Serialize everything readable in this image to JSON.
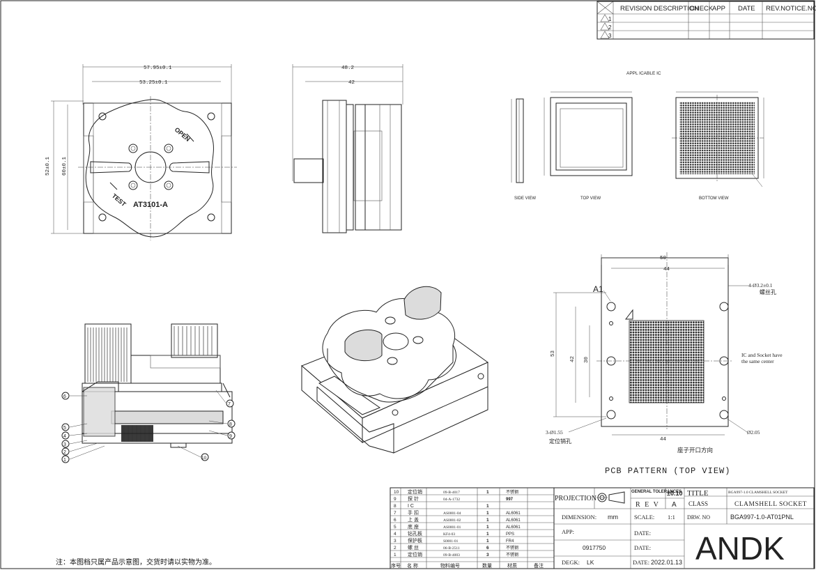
{
  "revision_table": {
    "headers": [
      "REVISION DESCRIPTION",
      "CHECK",
      "APP",
      "DATE",
      "REV.NOTICE.NO"
    ],
    "rows": [
      "1",
      "2",
      "3"
    ]
  },
  "front_view": {
    "dim_width_outer": "57.95±0.1",
    "dim_width_inner": "53.25±0.1",
    "dim_height_outer": "52±0.1",
    "dim_height_inner": "60±0.1",
    "label_open": "OPEN",
    "label_test": "TEST",
    "part_number": "AT3101-A"
  },
  "side_view": {
    "dim_outer": "48.2",
    "dim_inner": "42"
  },
  "applicable_ic": {
    "title": "APPL ICABLE IC",
    "side_label": "SIDE VIEW",
    "top_label": "TOP VIEW",
    "bottom_label": "BOTTOM VIEW"
  },
  "pcb_pattern": {
    "title": "PCB PATTERN (TOP VIEW)",
    "dim_50": "50",
    "dim_44_top": "44",
    "dim_44_bottom": "44",
    "dim_53": "53",
    "dim_42": "42",
    "dim_30": "30",
    "a1": "A1",
    "hole_screw": "4-Ø3.2±0.1",
    "hole_screw_cn": "螺丝孔",
    "hole_pin": "3-Ø1.55",
    "hole_pin_cn": "定位销孔",
    "hole_small": "Ø2.05",
    "note_center": [
      "IC and Socket have",
      "the same center"
    ],
    "opening_cn": "座子开口方向"
  },
  "balloons": [
    "6",
    "7",
    "5",
    "8",
    "4",
    "9",
    "3",
    "2",
    "1",
    "10"
  ],
  "bom": {
    "rows": [
      {
        "no": "10",
        "name": "定位销",
        "code": "09-B-4017",
        "qty": "1",
        "material": "不锈钢"
      },
      {
        "no": "9",
        "name": "探 针",
        "code": "04-A-1732",
        "qty": "",
        "material": "997"
      },
      {
        "no": "8",
        "name": "I C",
        "code": "",
        "qty": "1",
        "material": ""
      },
      {
        "no": "7",
        "name": "手 扣",
        "code": "AS0001-04",
        "qty": "1",
        "material": "AL6061"
      },
      {
        "no": "6",
        "name": "上 盖",
        "code": "AS0001-02",
        "qty": "1",
        "material": "AL6061"
      },
      {
        "no": "5",
        "name": "底 座",
        "code": "AS0001-01",
        "qty": "1",
        "material": "AL6061"
      },
      {
        "no": "4",
        "name": "钻孔板",
        "code": "KF4-03",
        "qty": "1",
        "material": "PPS"
      },
      {
        "no": "3",
        "name": "保护板",
        "code": "S0001-01",
        "qty": "1",
        "material": "FR4"
      },
      {
        "no": "2",
        "name": "螺 丝",
        "code": "06-B-2511",
        "qty": "6",
        "material": "不锈钢"
      },
      {
        "no": "1",
        "name": "定位销",
        "code": "09-B-4003",
        "qty": "3",
        "material": "不锈钢"
      }
    ],
    "header": {
      "no": "序号",
      "name": "名 称",
      "code": "物料编号",
      "qty": "数量",
      "material": "材质",
      "remark": "备注"
    }
  },
  "title_block": {
    "projection": "PROJECTION",
    "general_tol": "GENERAL TOLERANCES",
    "tol_value": "±0.10",
    "title_label": "TITLE",
    "title_value": "BGA997-1.0 CLAMSHELL SOCKET",
    "rev_label": "R E V",
    "rev_value": "A",
    "class_label": "CLASS",
    "class_value": "CLAMSHELL SOCKET",
    "dimension_label": "DIMENSION:",
    "dimension_value": "mm",
    "scale_label": "SCALE:",
    "scale_value": "1:1",
    "drw_label": "DRW. NO",
    "drw_value": "BGA997-1.0-AT01PNL",
    "app_label": "APP:",
    "app_value": "0917750",
    "date_label1": "DATE:",
    "date_label2": "DATE:",
    "degk_label": "DEGK:",
    "degk_value": "LK",
    "date_label3": "DATE:",
    "date_value": "2022.01.13",
    "logo": "ANDK"
  },
  "footer_note": "注：本图档只属产品示意图，交货时请以实物为准。"
}
